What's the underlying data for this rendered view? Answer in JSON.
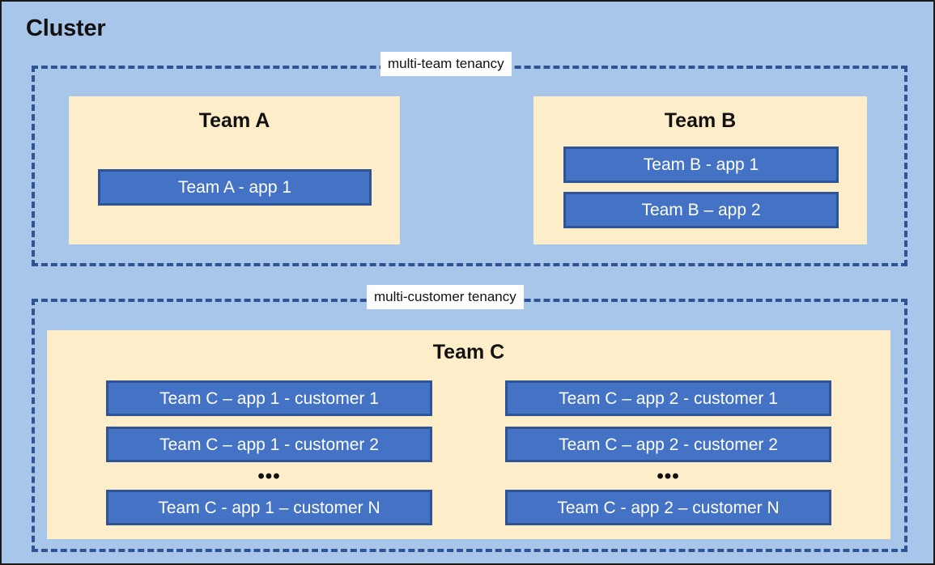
{
  "diagram": {
    "title": "Cluster",
    "colors": {
      "cluster_background": "#a8c6ea",
      "tenancy_border": "#2f5496",
      "team_background": "#fdeec9",
      "app_fill": "#4472c4",
      "app_border": "#2f5496",
      "app_text": "#ffffff",
      "label_background": "#ffffff",
      "text": "#111111"
    },
    "groups": [
      {
        "label": "multi-team tenancy",
        "teams": [
          {
            "name": "Team A",
            "apps": [
              "Team A - app 1"
            ]
          },
          {
            "name": "Team B",
            "apps": [
              "Team B - app 1",
              "Team B – app 2"
            ]
          }
        ]
      },
      {
        "label": "multi-customer tenancy",
        "teams": [
          {
            "name": "Team C",
            "columns": [
              {
                "apps_top": [
                  "Team C – app 1 - customer 1",
                  "Team C – app 1 - customer 2"
                ],
                "ellipsis": "•••",
                "apps_bottom": [
                  "Team C - app 1 – customer N"
                ]
              },
              {
                "apps_top": [
                  "Team C – app 2 - customer 1",
                  "Team C – app 2 - customer 2"
                ],
                "ellipsis": "•••",
                "apps_bottom": [
                  "Team C - app 2 – customer N"
                ]
              }
            ]
          }
        ]
      }
    ]
  }
}
